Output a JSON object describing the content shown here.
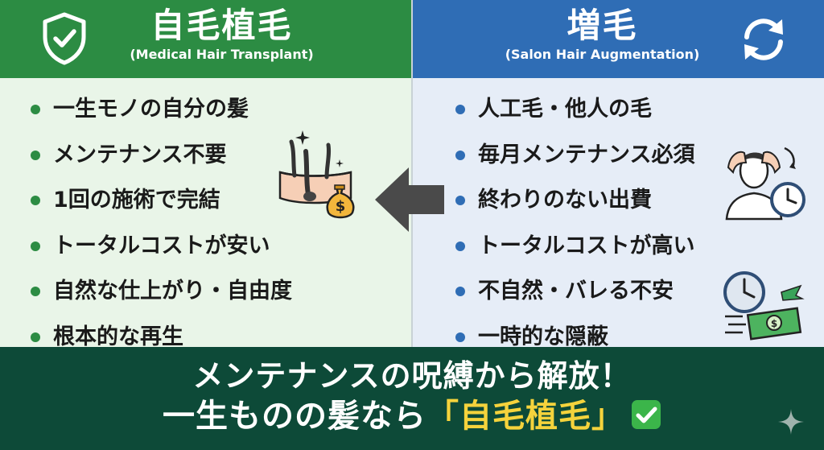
{
  "left": {
    "title": "自毛植毛",
    "subtitle": "(Medical Hair Transplant)",
    "items": [
      "一生モノの自分の髪",
      "メンテナンス不要",
      "1回の施術で完結",
      "トータルコストが安い",
      "自然な仕上がり・自由度",
      "根本的な再生"
    ],
    "accent": "#2c8c43",
    "icon": "shield-check-icon"
  },
  "right": {
    "title": "増毛",
    "subtitle": "(Salon Hair Augmentation)",
    "items": [
      "人工毛・他人の毛",
      "毎月メンテナンス必須",
      "終わりのない出費",
      "トータルコストが高い",
      "不自然・バレる不安",
      "一時的な隠蔽"
    ],
    "accent": "#2f6db5",
    "icon": "refresh-icon"
  },
  "banner": {
    "line1": "メンテナンスの呪縛から解放！",
    "line2_prefix": "一生ものの髪なら",
    "line2_highlight": "「自毛植毛」",
    "background": "#0d4a38",
    "highlight_color": "#f5d33c"
  }
}
